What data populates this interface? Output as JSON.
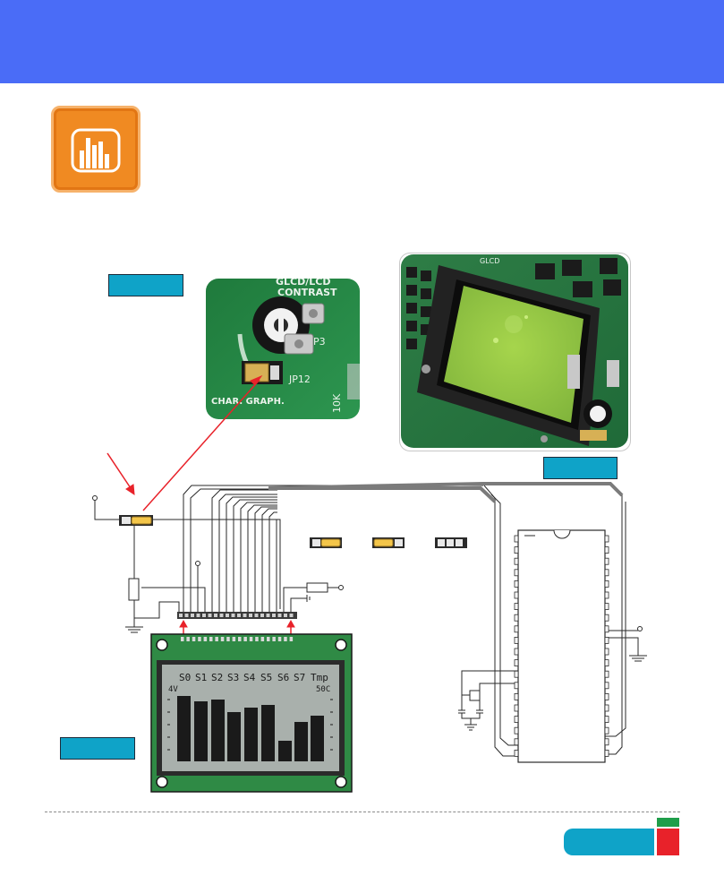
{
  "photo_closeup": {
    "silkscreen_title_1": "GLCD/LCD",
    "silkscreen_title_2": "CONTRAST",
    "pot_label": "P3",
    "jumper_label": "JP12",
    "jumper_options": "CHAR.  GRAPH.",
    "side_label": "10K"
  },
  "photo_board": {
    "silkscreen": "GLCD"
  },
  "glcd_screen": {
    "headers": [
      "S0",
      "S1",
      "S2",
      "S3",
      "S4",
      "S5",
      "S6",
      "S7",
      "Tmp"
    ],
    "left_scale": "4V",
    "right_scale": "50C",
    "bar_levels": [
      0.94,
      0.86,
      0.88,
      0.7,
      0.77,
      0.81,
      0.3,
      0.57,
      0.65
    ]
  },
  "colors": {
    "header_band": "#4a6cf7",
    "label_box": "#0fa3c8",
    "icon_orange": "#f08a22",
    "pcb_green": "#2f8a45",
    "lcd_green": "#9ed24a",
    "glcd_screen_bg": "#a9b0ac",
    "pointer_red": "#e8222a",
    "page_flag_green": "#1f9e4a",
    "page_flag_red": "#e8222a"
  },
  "icons": {
    "section": "bar-chart-display-icon"
  }
}
